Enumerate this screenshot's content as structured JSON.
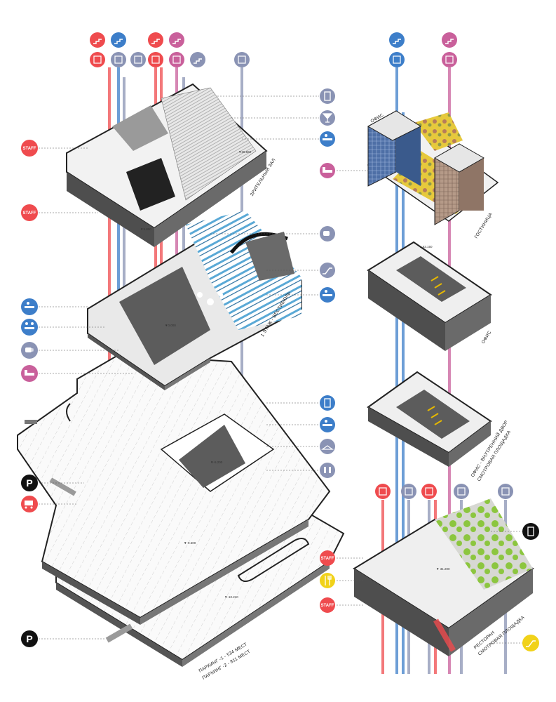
{
  "colors": {
    "red": "#ef4b4e",
    "blue": "#3d7ec9",
    "pink": "#c9609b",
    "grey": "#8a93b4",
    "black": "#111111",
    "yellow": "#f1d21a",
    "green": "#8cc63f",
    "floor_dark": "#5c5c5c",
    "hotel_brick": "#b59a88",
    "office_glass": "#4e6fa6",
    "atrium_blue": "#5aa9d6"
  },
  "labels": {
    "auditorium": "ЗРИТЕЛЬНЫЙ ЗАЛ",
    "lobby": "1 ЭТАЖ - ВЕСТИБЮЛЬ",
    "parking_1": "ПАРКИНГ -1 - 534 МЕСТ",
    "parking_2": "ПАРКИНГ -2 - 811 МЕСТ",
    "office_top": "ОФИС",
    "hotel": "ГОСТИНИЦА",
    "office_mid": "ОФИС",
    "office_court_1": "ОФИС - ВНУТРЕННИЙ ДВОР",
    "office_court_2": "СМОТРОВАЯ ПЛОЩАДКА",
    "restaurant_1": "РЕСТОРАН",
    "restaurant_2": "СМОТРОВАЯ ПЛОЩАДКА"
  },
  "badges": {
    "staff": "STAFF",
    "parking": "P"
  },
  "levels": {
    "aud_a": "▼39.560",
    "aud_b": "▼9.800",
    "lobby": "▼0.000",
    "office_a": "▼ 63.150",
    "pk1": "▼-5.200",
    "pk2": "▼-9.600",
    "pk3": "▼-10.210",
    "rest": "▼ 31.200"
  }
}
